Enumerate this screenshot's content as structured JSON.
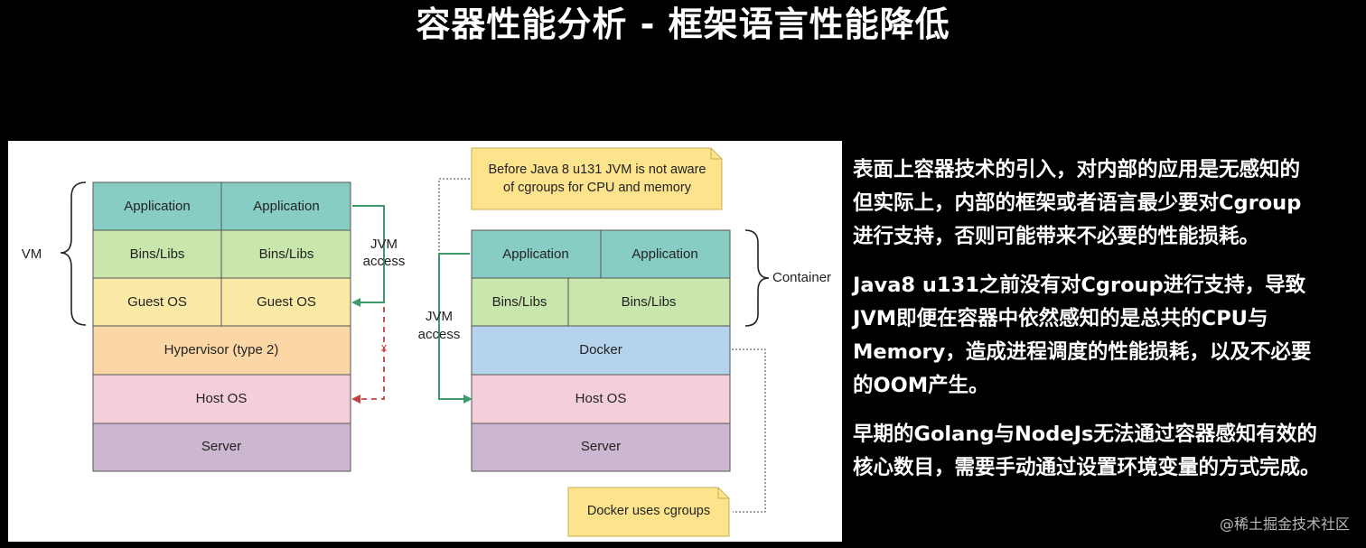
{
  "title": "容器性能分析 - 框架语言性能降低",
  "diagram": {
    "vm_label": "VM",
    "container_label": "Container",
    "jvm_access": [
      "JVM",
      "access"
    ],
    "x_mark": "x",
    "note_top": [
      "Before Java 8 u131 JVM is not aware",
      "of cgroups for CPU and memory"
    ],
    "note_bottom": "Docker uses cgroups",
    "left_stack": {
      "row1": [
        "Application",
        "Application"
      ],
      "row2": [
        "Bins/Libs",
        "Bins/Libs"
      ],
      "row3": [
        "Guest OS",
        "Guest OS"
      ],
      "row4": "Hypervisor (type 2)",
      "row5": "Host OS",
      "row6": "Server"
    },
    "right_stack": {
      "row1": [
        "Application",
        "Application"
      ],
      "row2": [
        "Bins/Libs",
        "Bins/Libs"
      ],
      "row3": "Docker",
      "row4": "Host OS",
      "row5": "Server"
    },
    "colors": {
      "application": "#87cdc3",
      "bins": "#c9e6ad",
      "guest_os": "#fbeaa5",
      "hypervisor": "#fbd7a6",
      "host_os": "#f4cfd9",
      "server": "#cbb7cf",
      "docker": "#b5d3ec",
      "note": "#fce38c",
      "green_arrow": "#3f9a6b",
      "red_arrow": "#c6403f"
    }
  },
  "side_text": {
    "p1": [
      "表面上容器技术的引入，对内部的应用是无感知的",
      "但实际上，内部的框架或者语言最少要对Cgroup",
      "进行支持，否则可能带来不必要的性能损耗。"
    ],
    "p2": [
      "Java8 u131之前没有对Cgroup进行支持，导致",
      "JVM即便在容器中依然感知的是总共的CPU与",
      "Memory，造成进程调度的性能损耗，以及不必要",
      "的OOM产生。"
    ],
    "p3": [
      "早期的Golang与NodeJs无法通过容器感知有效的",
      "核心数目，需要手动通过设置环境变量的方式完成。"
    ]
  },
  "watermark": "@稀土掘金技术社区"
}
